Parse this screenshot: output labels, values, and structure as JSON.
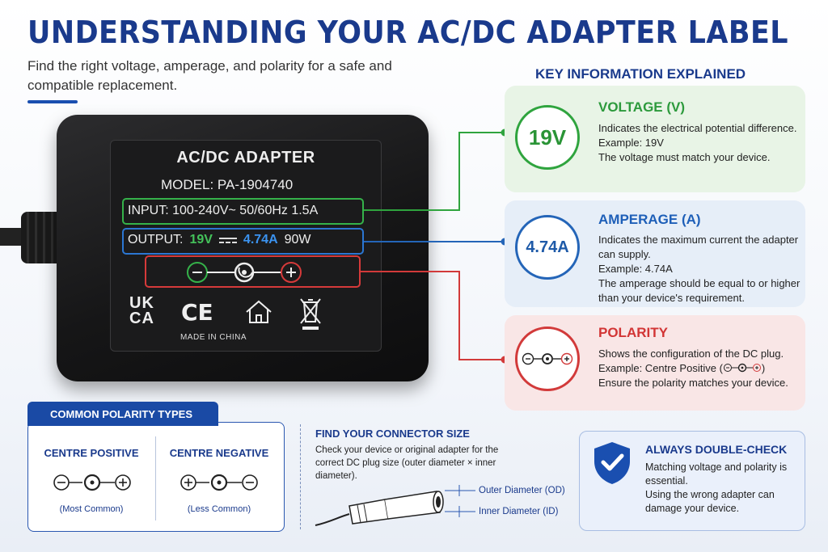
{
  "header": {
    "title": "UNDERSTANDING YOUR AC/DC ADAPTER LABEL",
    "subtitle": "Find the right voltage, amperage, and polarity for a safe and compatible replacement."
  },
  "label": {
    "title": "AC/DC ADAPTER",
    "model": "MODEL: PA-1904740",
    "input": "INPUT: 100-240V~ 50/60Hz 1.5A",
    "output_prefix": "OUTPUT:",
    "output_voltage": "19V",
    "output_amperage": "4.74A",
    "output_watts": "90W",
    "cert_ukca": "UK CA",
    "cert_ce": "CE",
    "made_in": "MADE IN CHINA"
  },
  "key_info": {
    "title": "KEY INFORMATION EXPLAINED",
    "voltage": {
      "badge": "19V",
      "heading": "VOLTAGE (V)",
      "desc": "Indicates the electrical potential difference.",
      "example": "Example: 19V",
      "note": "The voltage must match your device."
    },
    "amperage": {
      "badge": "4.74A",
      "heading": "AMPERAGE (A)",
      "desc": "Indicates the maximum current the adapter can supply.",
      "example": "Example: 4.74A",
      "note": "The amperage should be equal to or higher than your device's requirement."
    },
    "polarity": {
      "heading": "POLARITY",
      "desc": "Shows the configuration of the DC plug.",
      "example": "Example: Centre Positive (",
      "example_end": ")",
      "note": "Ensure the polarity matches your device."
    }
  },
  "polarity_types": {
    "tab": "COMMON POLARITY TYPES",
    "positive_heading": "CENTRE POSITIVE",
    "positive_note": "(Most Common)",
    "negative_heading": "CENTRE NEGATIVE",
    "negative_note": "(Less Common)"
  },
  "connector": {
    "heading": "FIND YOUR CONNECTOR SIZE",
    "desc": "Check your device or original adapter for the correct DC plug size (outer diameter × inner diameter).",
    "od": "Outer Diameter (OD)",
    "id": "Inner Diameter (ID)"
  },
  "double_check": {
    "heading": "ALWAYS DOUBLE-CHECK",
    "line1": "Matching voltage and polarity is essential.",
    "line2": "Using the wrong adapter can damage your device."
  },
  "colors": {
    "title_blue": "#1a3a8c",
    "voltage_green": "#2fa43e",
    "amperage_blue": "#2465b8",
    "polarity_red": "#d23a3a"
  },
  "icons": [
    "polarity-symbol",
    "shield-check-icon",
    "home-icon",
    "weee-bin-icon",
    "dc-plug-illustration"
  ]
}
